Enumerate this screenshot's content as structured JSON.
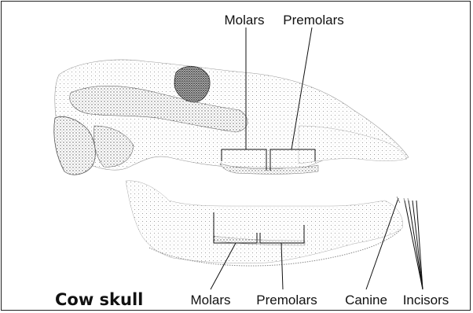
{
  "title": "Cow skull",
  "labels": {
    "upper_molars": "Molars",
    "upper_premolars": "Premolars",
    "lower_molars": "Molars",
    "lower_premolars": "Premolars",
    "canine": "Canine",
    "incisors": "Incisors"
  }
}
